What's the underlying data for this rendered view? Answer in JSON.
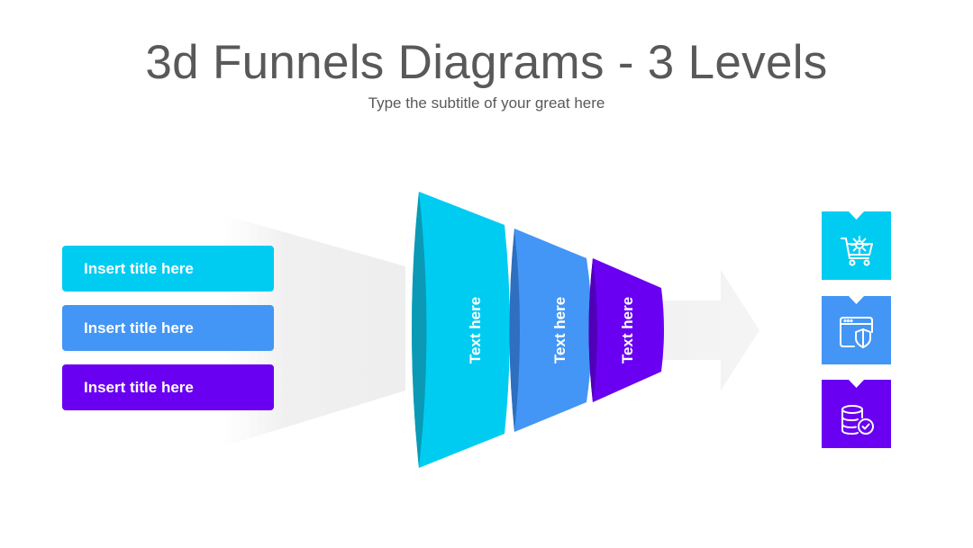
{
  "header": {
    "title": "3d Funnels Diagrams - 3 Levels",
    "subtitle": "Type the subtitle of your great here"
  },
  "labels": [
    {
      "text": "Insert title here",
      "color": "#00CCF2"
    },
    {
      "text": "Insert title here",
      "color": "#4396F5"
    },
    {
      "text": "Insert title here",
      "color": "#6A00F2"
    }
  ],
  "funnel": {
    "stages": [
      {
        "text": "Text here",
        "color": "#00CCF2",
        "edge_color": "#0A9AB5"
      },
      {
        "text": "Text here",
        "color": "#4396F5",
        "edge_color": "#2E6FBF"
      },
      {
        "text": "Text here",
        "color": "#6A00F2",
        "edge_color": "#5000B8"
      }
    ]
  },
  "icons": [
    {
      "name": "cart-gear-icon",
      "color": "#00CCF2"
    },
    {
      "name": "browser-shield-icon",
      "color": "#4396F5"
    },
    {
      "name": "database-check-icon",
      "color": "#6A00F2"
    }
  ]
}
